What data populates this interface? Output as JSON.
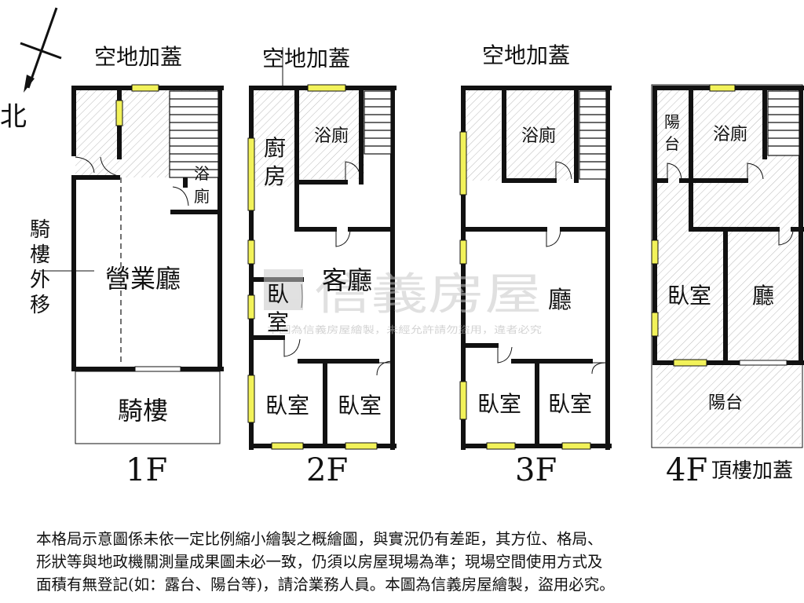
{
  "compass": {
    "north": "北"
  },
  "watermark": {
    "brand": "信義房屋",
    "notice": "本圖為信義房屋繪製，未經允許請勿盜用，違者必究"
  },
  "floors": {
    "f1": {
      "label": "1F",
      "annex": "空地加蓋",
      "bath": "浴廁",
      "hall": "營業廳",
      "arcade": "騎樓",
      "arcade_note": "騎樓外移"
    },
    "f2": {
      "label": "2F",
      "annex": "空地加蓋",
      "kitchen": "廚房",
      "bath": "浴廁",
      "living": "客廳",
      "small_bedroom": "臥室",
      "bedroom_1": "臥室",
      "bedroom_2": "臥室"
    },
    "f3": {
      "label": "3F",
      "annex": "空地加蓋",
      "bath": "浴廁",
      "hall": "廳",
      "bedroom_1": "臥室",
      "bedroom_2": "臥室"
    },
    "f4": {
      "label": "4F",
      "label_suffix": "頂樓加蓋",
      "balcony_rear": "陽台",
      "bath": "浴廁",
      "bedroom": "臥室",
      "hall": "廳",
      "balcony_front": "陽台"
    }
  },
  "disclaimer": [
    "本格局示意圖係未依一定比例縮小繪製之概繪圖，與實況仍有差距，其方位、格局、",
    "形狀等與地政機關測量成果圖未必一致，仍須以房屋現場為準；現場空間使用方式及",
    "面積有無登記(如：露台、陽台等)，請洽業務人員。本圖為信義房屋繪製，盜用必究。"
  ],
  "colors": {
    "wall": "#111111",
    "window": "#f2f25a",
    "hatch": "#9a9a9a",
    "watermark": "#c8c8c8"
  }
}
